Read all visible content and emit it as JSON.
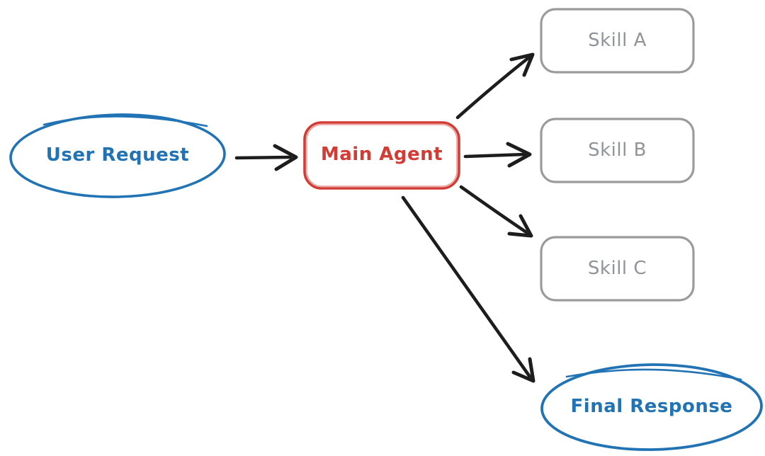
{
  "canvas": {
    "background": "#ffffff",
    "style": "hand-drawn-whiteboard"
  },
  "colors": {
    "blue": "#2173b4",
    "red": "#d23c34",
    "gray": "#9b9b9b",
    "arrow": "#1d1d1d"
  },
  "nodes": {
    "user_request": {
      "label": "User Request",
      "shape": "ellipse",
      "stroke": "#2173b4"
    },
    "main_agent": {
      "label": "Main Agent",
      "shape": "rounded-rectangle",
      "stroke": "#d23c34"
    },
    "skill_a": {
      "label": "Skill A",
      "shape": "rounded-rectangle",
      "stroke": "#9b9b9b"
    },
    "skill_b": {
      "label": "Skill B",
      "shape": "rounded-rectangle",
      "stroke": "#9b9b9b"
    },
    "skill_c": {
      "label": "Skill C",
      "shape": "rounded-rectangle",
      "stroke": "#9b9b9b"
    },
    "final_response": {
      "label": "Final Response",
      "shape": "ellipse",
      "stroke": "#2173b4"
    }
  },
  "edges": [
    {
      "from": "user_request",
      "to": "main_agent",
      "style": "black-arrow"
    },
    {
      "from": "main_agent",
      "to": "skill_a",
      "style": "black-arrow"
    },
    {
      "from": "main_agent",
      "to": "skill_b",
      "style": "black-arrow"
    },
    {
      "from": "main_agent",
      "to": "skill_c",
      "style": "black-arrow"
    },
    {
      "from": "main_agent",
      "to": "final_response",
      "style": "black-arrow"
    }
  ]
}
